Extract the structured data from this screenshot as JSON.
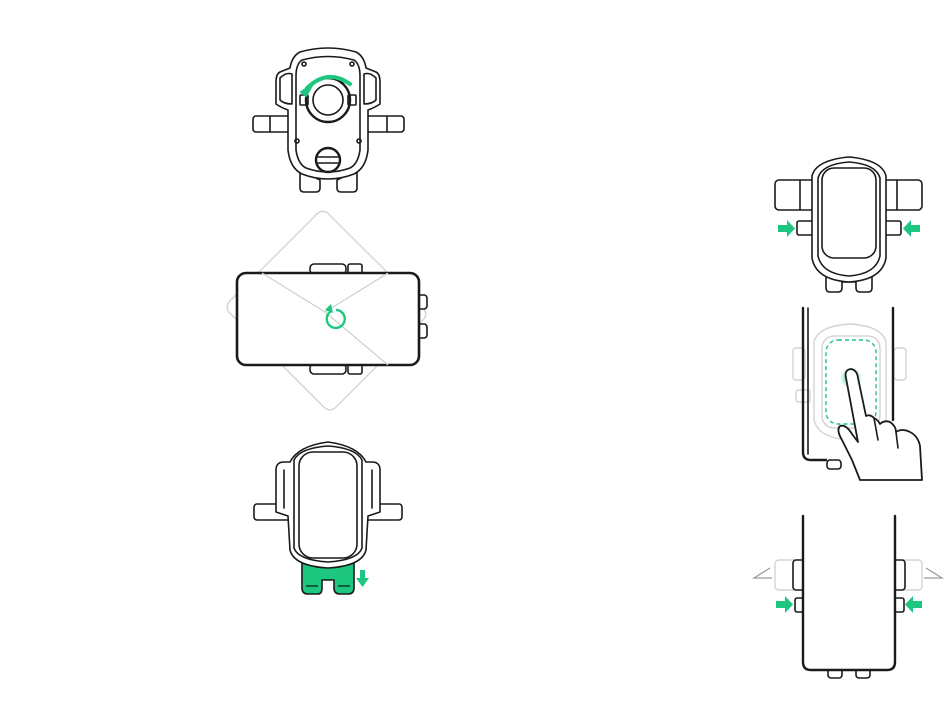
{
  "colors": {
    "accent": "#1ec77f",
    "line": "#1a1a1a",
    "ghost": "#d4d4d4"
  },
  "steps": [
    {
      "id": "loosen-knob",
      "icons": [
        "mount-back-view",
        "rotate-arrow-icon"
      ]
    },
    {
      "id": "rotate-cradle",
      "icons": [
        "phone-landscape",
        "rotate-icon"
      ]
    },
    {
      "id": "attach-vent-clip",
      "icons": [
        "mount-front-view",
        "vent-clip",
        "arrow-down-icon"
      ]
    },
    {
      "id": "squeeze-arms",
      "icons": [
        "mount-front-view",
        "arrow-right-icon",
        "arrow-left-icon"
      ]
    },
    {
      "id": "press-trigger",
      "icons": [
        "phone-portrait",
        "hand-icon",
        "press-point"
      ]
    },
    {
      "id": "arms-close",
      "icons": [
        "phone-portrait",
        "arrow-right-icon",
        "arrow-left-icon"
      ]
    }
  ]
}
